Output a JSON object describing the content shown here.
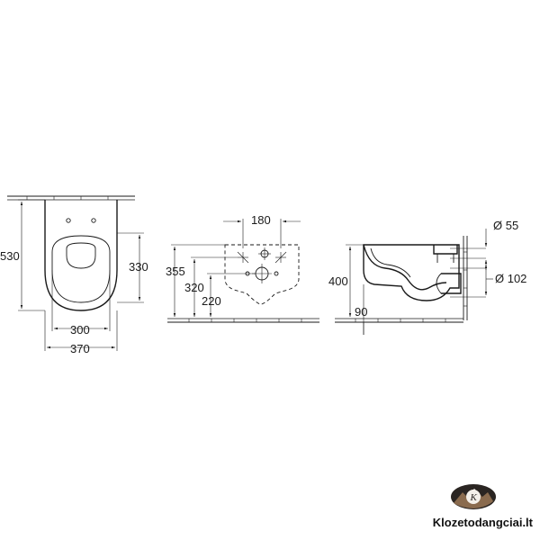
{
  "views": {
    "top": {
      "dim_length": "530",
      "dim_right_height": "330",
      "dim_inner_width": "300",
      "dim_outer_width": "370"
    },
    "front": {
      "dim_hole_spacing": "180",
      "dim_355": "355",
      "dim_320": "320",
      "dim_220": "220"
    },
    "side": {
      "dim_height": "400",
      "dim_90": "90",
      "dim_dia_55": "Ø 55",
      "dim_dia_102": "Ø 102"
    }
  },
  "brand": {
    "name": "Klozetodangciai.lt",
    "logo_letter": "K"
  }
}
